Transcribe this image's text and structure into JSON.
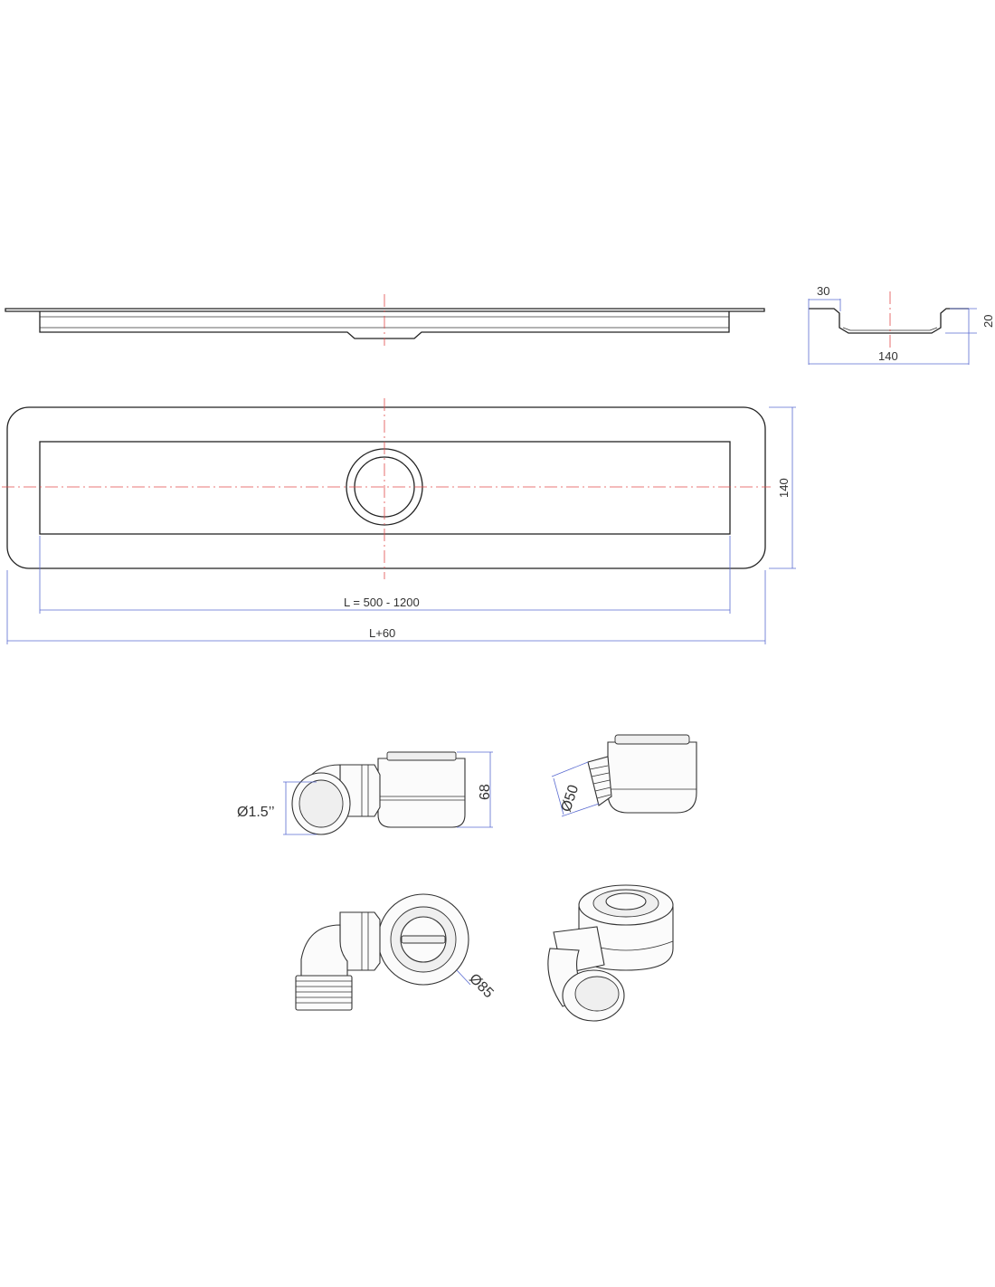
{
  "colors": {
    "outline": "#222222",
    "dimension_line": "#5a6bd1",
    "center_line": "#e24b4b",
    "text": "#333333"
  },
  "dimensions": {
    "flange_width": "30",
    "channel_depth": "20",
    "section_width": "140",
    "drain_width": "140",
    "length_range": "L = 500 - 1200",
    "total_length": "L+60",
    "siphon_outlet_diameter": "Ø1.5’’",
    "siphon_height": "68",
    "outlet_diameter": "Ø50",
    "body_diameter": "Ø85"
  }
}
